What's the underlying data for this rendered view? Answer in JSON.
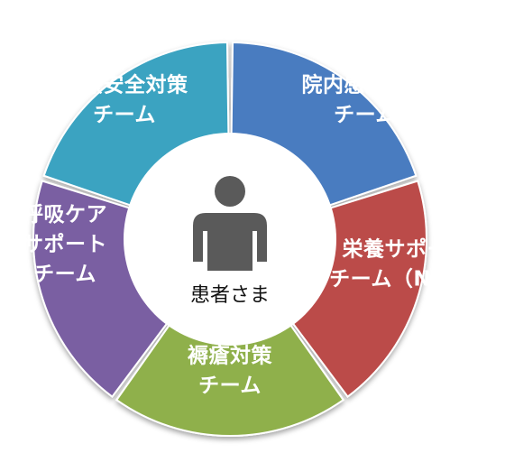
{
  "center": {
    "label": "患者さま",
    "icon": "person-icon",
    "icon_color": "#5a5a5a"
  },
  "teams": [
    {
      "id": "infection-control",
      "lines": [
        "院内感染対策",
        "チーム"
      ],
      "color": "#4a7cc0"
    },
    {
      "id": "nutrition-support",
      "lines": [
        "栄養サポート",
        "チーム（NST）"
      ],
      "color": "#bb4b48"
    },
    {
      "id": "pressure-ulcer",
      "lines": [
        "褥瘡対策",
        "チーム"
      ],
      "color": "#8fb04c"
    },
    {
      "id": "respiratory-care",
      "lines": [
        "呼吸ケア",
        "サポート",
        "チーム"
      ],
      "color": "#7a5ea2"
    },
    {
      "id": "medical-safety",
      "lines": [
        "医療安全対策",
        "チーム"
      ],
      "color": "#3aa3c1"
    }
  ]
}
